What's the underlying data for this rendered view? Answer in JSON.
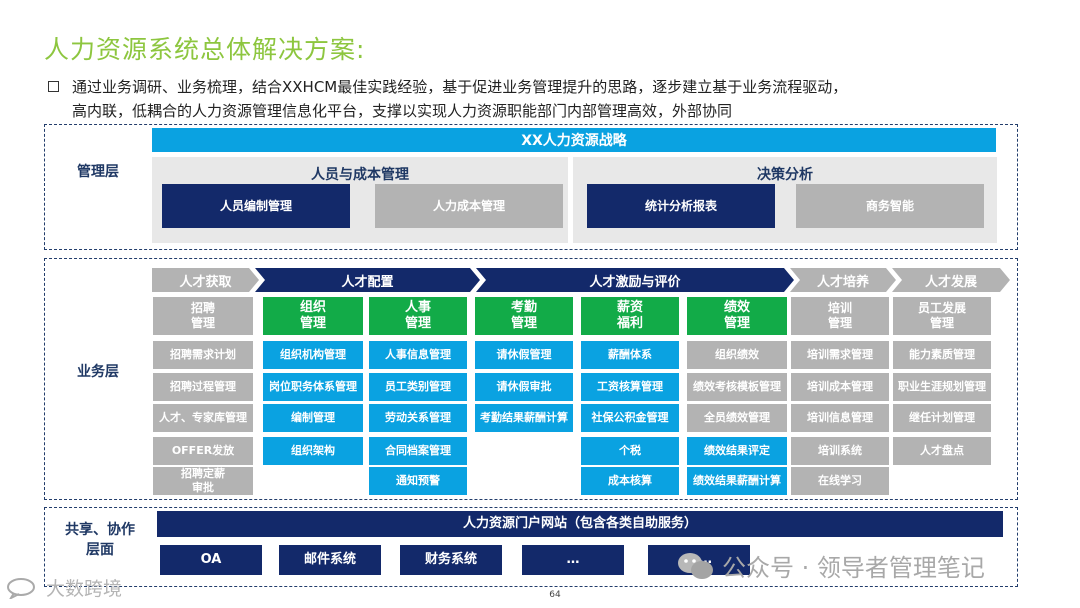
{
  "title": "人力资源系统总体解决方案:",
  "intro_lines": [
    "通过业务调研、业务梳理，结合XXHCM最佳实践经验，基于促进业务管理提升的思路，逐步建立基于业务流程驱动，",
    "高内联，低耦合的人力资源管理信息化平台，支撑以实现人力资源职能部门内部管理高效，外部协同"
  ],
  "management": {
    "label": "管理层",
    "strategy": "XX人力资源战略",
    "panel_left": {
      "title": "人员与成本管理",
      "items": [
        "人员编制管理",
        "人力成本管理"
      ]
    },
    "panel_right": {
      "title": "决策分析",
      "items": [
        "统计分析报表",
        "商务智能"
      ]
    }
  },
  "business": {
    "label": "业务层",
    "arrows": [
      "人才获取",
      "人才配置",
      "人才激励与评价",
      "人才培养",
      "人才发展"
    ],
    "columns": [
      {
        "header": "招聘\n管理",
        "items": [
          "招聘需求计划",
          "招聘过程管理",
          "人才、专家库管理",
          "OFFER发放",
          "招聘定薪\n审批"
        ]
      },
      {
        "header": "组织\n管理",
        "items": [
          "组织机构管理",
          "岗位职务体系管理",
          "编制管理",
          "组织架构"
        ]
      },
      {
        "header": "人事\n管理",
        "items": [
          "人事信息管理",
          "员工类别管理",
          "劳动关系管理",
          "合同档案管理",
          "通知预警"
        ]
      },
      {
        "header": "考勤\n管理",
        "items": [
          "请休假管理",
          "请休假审批",
          "考勤结果薪酬计算"
        ]
      },
      {
        "header": "薪资\n福利",
        "items": [
          "薪酬体系",
          "工资核算管理",
          "社保公积金管理",
          "个税",
          "成本核算"
        ]
      },
      {
        "header": "绩效\n管理",
        "items": [
          "组织绩效",
          "绩效考核模板管理",
          "全员绩效管理",
          "绩效结果评定",
          "绩效结果薪酬计算"
        ]
      },
      {
        "header": "培训\n管理",
        "items": [
          "培训需求管理",
          "培训成本管理",
          "培训信息管理",
          "培训系统",
          "在线学习"
        ]
      },
      {
        "header": "员工发展\n管理",
        "items": [
          "能力素质管理",
          "职业生涯规划管理",
          "继任计划管理",
          "人才盘点"
        ]
      }
    ]
  },
  "shared": {
    "label": "共享、协作\n层面",
    "portal": "人力资源门户网站（包含各类自助服务）",
    "items": [
      "OA",
      "邮件系统",
      "财务系统",
      "…",
      "……"
    ]
  },
  "page_number": "64",
  "watermark_left": "大数跨境",
  "watermark_right": "公众号 · 领导者管理笔记",
  "colors": {
    "title": "#8dc63f",
    "navy": "#13296a",
    "cyan": "#0aa2e1",
    "green": "#12ab48",
    "grey": "#b3b3b3",
    "panel": "#e8e8e8"
  }
}
